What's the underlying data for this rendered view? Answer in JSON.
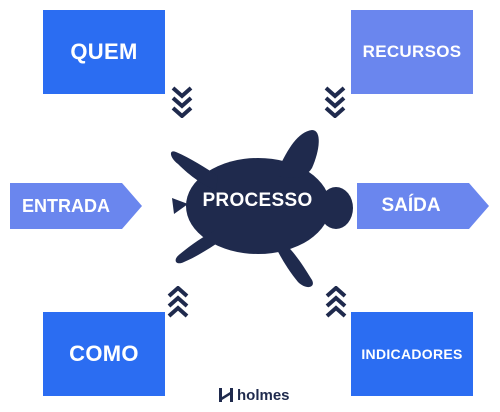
{
  "boxes": {
    "quem": "QUEM",
    "recursos": "RECURSOS",
    "como": "COMO",
    "indicadores": "INDICADORES"
  },
  "arrows": {
    "entrada": "ENTRADA",
    "saida": "SAÍDA"
  },
  "center": {
    "label": "PROCESSO"
  },
  "brand": {
    "logo_text": "holmes"
  },
  "colors": {
    "primary_blue": "#2b6df2",
    "light_blue": "#6a86ee",
    "navy": "#1f2a4d"
  }
}
